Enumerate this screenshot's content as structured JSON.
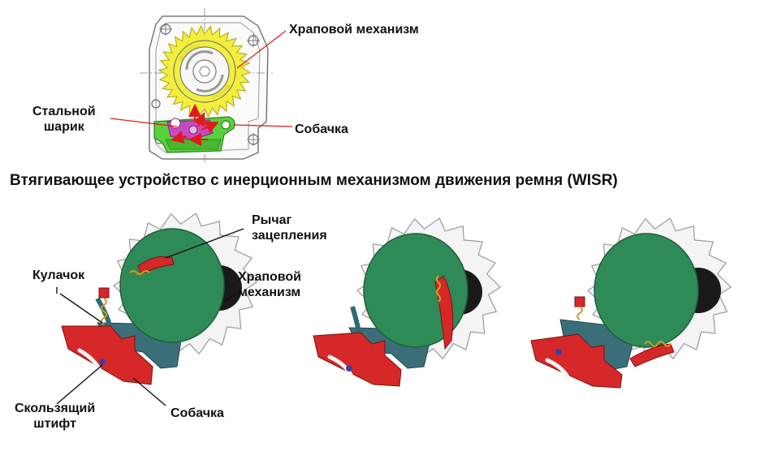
{
  "top_diagram": {
    "ratchet_label": "Храповой механизм",
    "steel_ball_label": [
      "Стальной",
      "шарик"
    ],
    "pawl_label": "Собачка"
  },
  "heading": "Втягивающее устройство с инерционным механизмом движения ремня (WISR)",
  "bottom_diagram": {
    "lever_label": [
      "Рычаг",
      "зацепления"
    ],
    "ratchet_label": [
      "Храповой",
      "механизм"
    ],
    "cam_label": "Кулачок",
    "sliding_pin_label": [
      "Скользящий",
      "штифт"
    ],
    "pawl_label": "Собачка"
  },
  "colors": {
    "ratchet_yellow": "#f2ee3c",
    "pawl_green": "#58d13c",
    "steel_ball_magenta": "#c84ac2",
    "arrow_red": "#e01a1a",
    "disc_green": "#2e8b57",
    "pawl_red": "#d62828",
    "base_teal": "#3a6f7a",
    "hub_black": "#1a1a1a",
    "pin_blue": "#3f3fa0"
  }
}
